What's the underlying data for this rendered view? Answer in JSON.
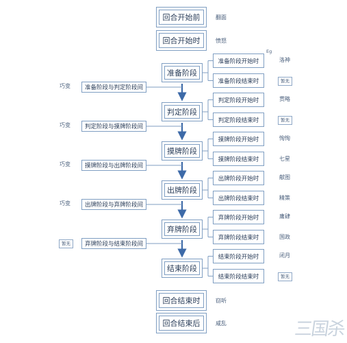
{
  "colors": {
    "line": "#7f9ec2",
    "arrow": "#3d6aa8",
    "text": "#2b3e5a"
  },
  "pre": [
    {
      "label": "回合开始前",
      "note": "翻面"
    },
    {
      "label": "回合开始时",
      "note": "愤怒"
    }
  ],
  "phases": [
    {
      "label": "准备阶段",
      "start": "准备阶段开始时",
      "start_note": "洛神",
      "end": "准备阶段结束时",
      "end_note": "暂无",
      "start_mark": "Eg"
    },
    {
      "label": "判定阶段",
      "start": "判定阶段开始时",
      "start_note": "贯略",
      "end": "判定阶段结束时",
      "end_note": "暂无"
    },
    {
      "label": "摸牌阶段",
      "start": "摸牌阶段开始时",
      "start_note": "恂恂",
      "end": "摸牌阶段结束时",
      "end_note": "七星"
    },
    {
      "label": "出牌阶段",
      "start": "出牌阶段开始时",
      "start_note": "献图",
      "end": "出牌阶段结束时",
      "end_note": "精策"
    },
    {
      "label": "弃牌阶段",
      "start": "弃牌阶段开始时",
      "start_note": "庸肆",
      "end": "弃牌阶段结束时",
      "end_note": "国政"
    },
    {
      "label": "结束阶段",
      "start": "结束阶段开始时",
      "start_note": "闭月",
      "end": "结束阶段结束时",
      "end_note": "暂无"
    }
  ],
  "between": [
    {
      "label": "准备阶段与判定阶段间",
      "note": "巧变"
    },
    {
      "label": "判定阶段与摸牌阶段间",
      "note": "巧变"
    },
    {
      "label": "摸牌阶段与出牌阶段间",
      "note": "巧变"
    },
    {
      "label": "出牌阶段与弃牌阶段间",
      "note": "巧变"
    },
    {
      "label": "弃牌阶段与结束阶段间",
      "note": "暂无"
    }
  ],
  "post": [
    {
      "label": "回合结束时",
      "note": "窃听"
    },
    {
      "label": "回合结束后",
      "note": "咸乱"
    }
  ],
  "watermark": "三国杀"
}
